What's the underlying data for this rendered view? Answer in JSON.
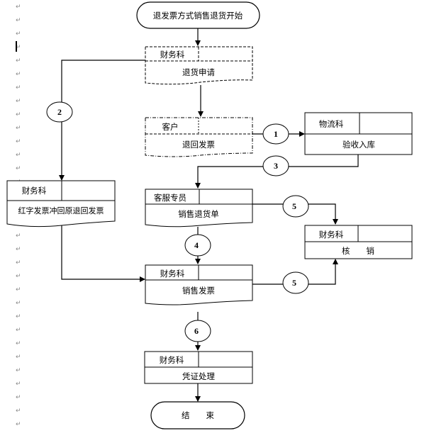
{
  "diagram": {
    "title": "退发票方式销售退货开始",
    "end_label": "结　　束",
    "paragraph_mark": "↵",
    "nodes": {
      "apply": {
        "dept": "财务科",
        "action": "退货申请"
      },
      "customer": {
        "dept": "客户",
        "action": "退回发票"
      },
      "logistics": {
        "dept": "物流科",
        "action": "验收入库"
      },
      "red_invoice": {
        "dept": "财务科",
        "action": "红字发票冲回原退回发票"
      },
      "service": {
        "dept": "客服专员",
        "action": "销售退货单"
      },
      "writeoff": {
        "dept": "财务科",
        "action": "核　　销"
      },
      "invoice": {
        "dept": "财务科",
        "action": "销售发票"
      },
      "voucher": {
        "dept": "财务科",
        "action": "凭证处理"
      }
    },
    "connectors": {
      "c1": "1",
      "c2": "2",
      "c3": "3",
      "c4": "4",
      "c5a": "5",
      "c5b": "5",
      "c6": "6"
    }
  }
}
